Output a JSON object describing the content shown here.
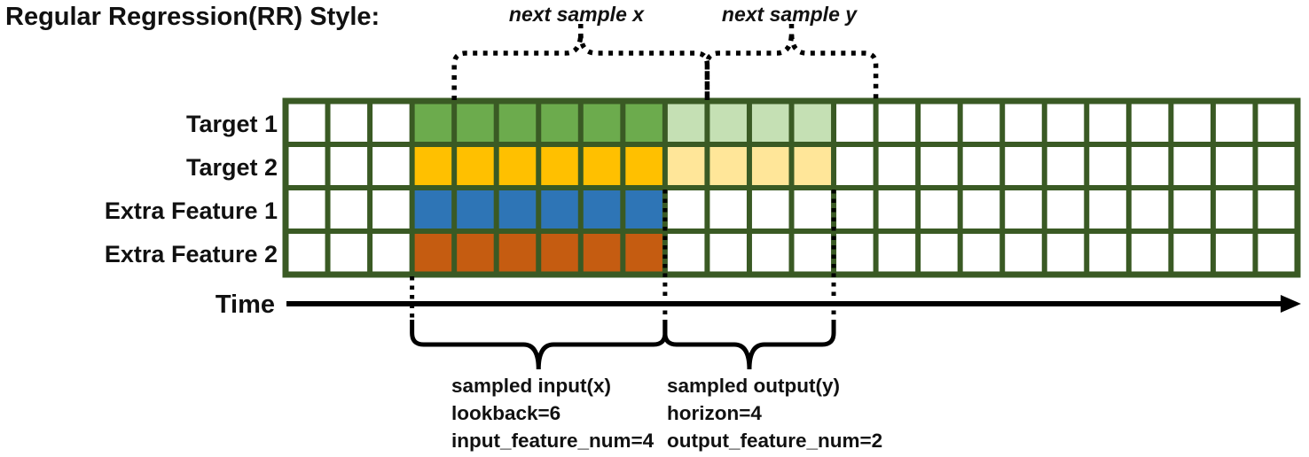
{
  "title": "Regular Regression(RR) Style:",
  "top_annotations": {
    "next_sample_x": "next sample x",
    "next_sample_y": "next sample y"
  },
  "rows": [
    {
      "label": "Target 1",
      "input_color": "#6cab4d",
      "output_color": "#c5e0b4"
    },
    {
      "label": "Target 2",
      "input_color": "#ffc000",
      "output_color": "#ffe699"
    },
    {
      "label": "Extra Feature 1",
      "input_color": "#2e75b6",
      "output_color": null
    },
    {
      "label": "Extra Feature 2",
      "input_color": "#c55c11",
      "output_color": null
    }
  ],
  "grid": {
    "columns": 24,
    "input_start_col": 3,
    "lookback": 6,
    "horizon": 4,
    "border_color": "#3a5a24",
    "cell_fill": "#ffffff"
  },
  "time_axis": {
    "label": "Time"
  },
  "bottom_annotations": {
    "input": {
      "lines": [
        "sampled input(x)",
        "lookback=6",
        "input_feature_num=4"
      ]
    },
    "output": {
      "lines": [
        "sampled output(y)",
        "horizon=4",
        "output_feature_num=2"
      ]
    }
  }
}
